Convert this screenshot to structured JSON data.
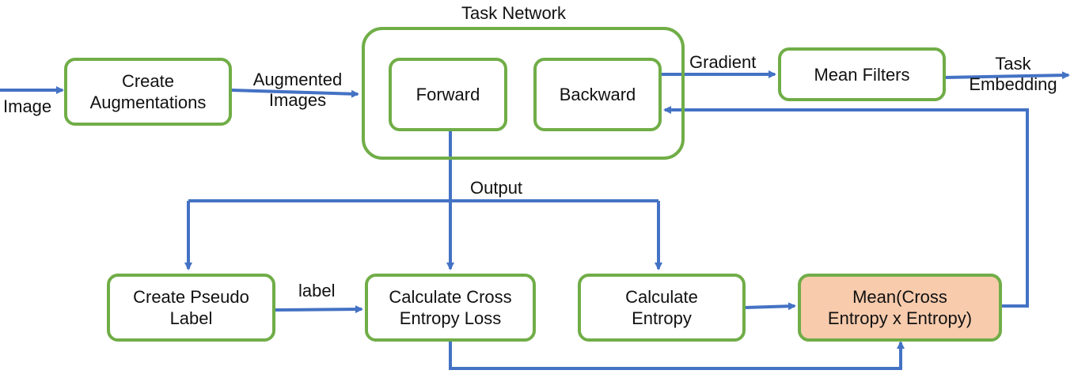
{
  "nodes": {
    "create_augmentations": "Create\nAugmentations",
    "task_network_title": "Task Network",
    "forward": "Forward",
    "backward": "Backward",
    "mean_filters": "Mean Filters",
    "create_pseudo_label": "Create Pseudo\nLabel",
    "calculate_cross_entropy_loss": "Calculate Cross\nEntropy Loss",
    "calculate_entropy": "Calculate\nEntropy",
    "mean_cross_entropy_x_entropy": "Mean(Cross\nEntropy x Entropy)"
  },
  "edge_labels": {
    "image": "Image",
    "augmented_images": "Augmented\nImages",
    "gradient": "Gradient",
    "task_embedding": "Task\nEmbedding",
    "output": "Output",
    "label": "label"
  },
  "colors": {
    "box_border": "#70ad47",
    "arrow": "#4472c4",
    "highlight_fill": "#f8cbad"
  }
}
